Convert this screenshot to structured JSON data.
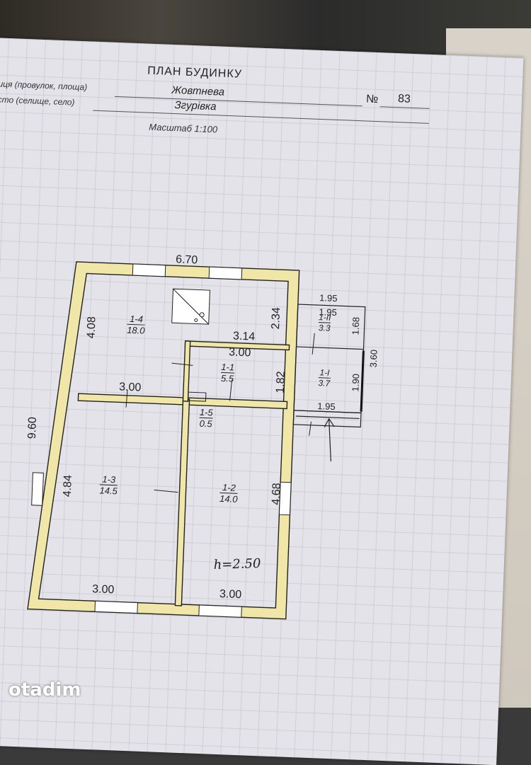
{
  "header": {
    "title": "ПЛАН БУДИНКУ",
    "street_label": "иця (провулок, площа)",
    "street_value": "Жовтнева",
    "number_label": "№",
    "number_value": "83",
    "town_label": "сто (селище, село)",
    "town_value": "Згурівка",
    "scale": "Масштаб  1:100"
  },
  "rooms": [
    {
      "id": "1-4",
      "area": "18.0"
    },
    {
      "id": "1-1",
      "area": "5.5"
    },
    {
      "id": "1-5",
      "area": "0.5"
    },
    {
      "id": "1-3",
      "area": "14.5"
    },
    {
      "id": "1-2",
      "area": "14.0"
    },
    {
      "id": "1-II",
      "area": "3.3"
    },
    {
      "id": "1-I",
      "area": "3.7"
    }
  ],
  "dimensions": {
    "top_width": "6.70",
    "left_height": "9.60",
    "room14_height": "4.08",
    "right_upper": "2.34",
    "corridor_top": "3.14",
    "corridor_inner": "3.00",
    "corridor_height": "1.82",
    "room14_bottom": "3.00",
    "room13_height": "4.84",
    "room12_height": "4.68",
    "bottom_left": "3.00",
    "bottom_right": "3.00",
    "porch_top": "1.95",
    "porch_inner_top": "1.95",
    "porch_upper_height": "1.68",
    "porch_total": "3.60",
    "porch_lower_height": "1.90",
    "porch_bottom": "1.95"
  },
  "ceiling_height": "h=2.50",
  "watermark": "otadim",
  "colors": {
    "wall": "#efe6a8",
    "line": "#222222",
    "red_prefix": "#c0392b"
  }
}
